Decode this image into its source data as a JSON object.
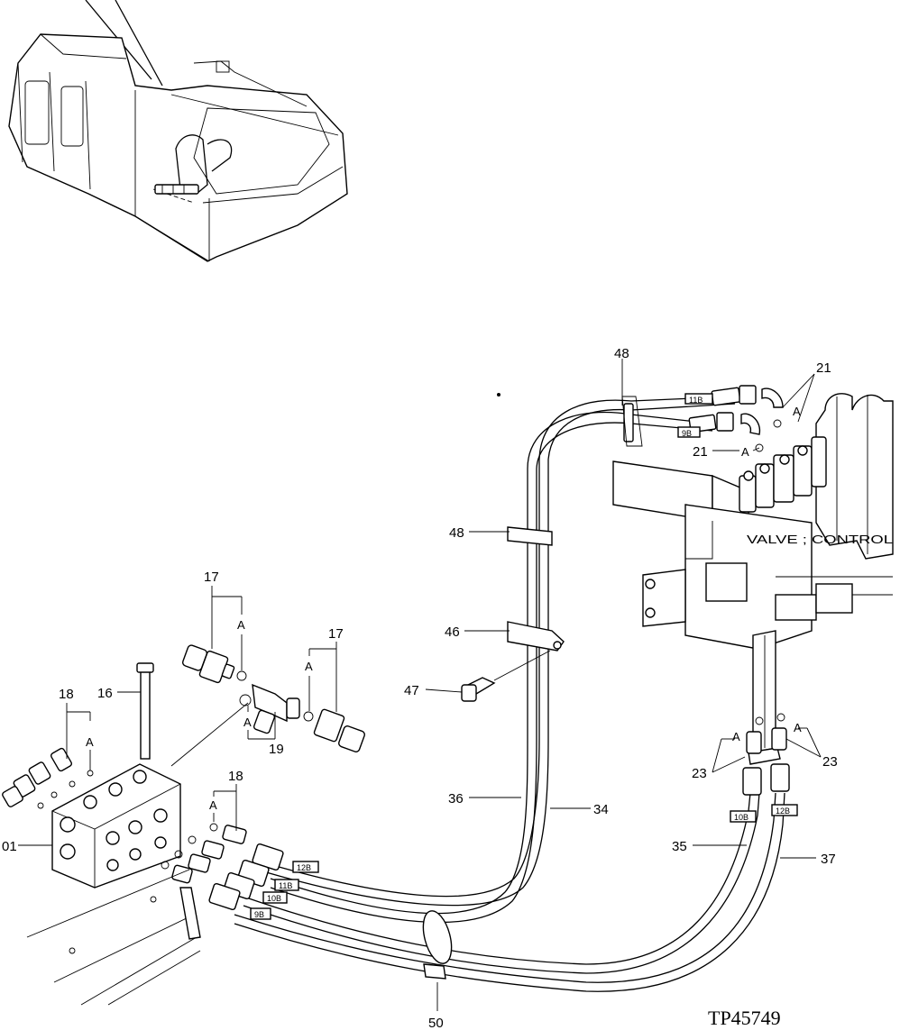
{
  "reference": "TP45749",
  "valve_label": "VALVE ; CONTROL",
  "callouts": {
    "c01": "01",
    "c16": "16",
    "c17a": "17",
    "c17b": "17",
    "c18a": "18",
    "c18b": "18",
    "c19": "19",
    "c21a": "21",
    "c21b": "21",
    "c23a": "23",
    "c23b": "23",
    "c34": "34",
    "c35": "35",
    "c36": "36",
    "c37": "37",
    "c46": "46",
    "c47": "47",
    "c48a": "48",
    "c48b": "48",
    "c50": "50"
  },
  "letters": {
    "a17a": "A",
    "a17b": "A",
    "a18a": "A",
    "a18b": "A",
    "a19": "A",
    "a21a": "A",
    "a21b": "A",
    "a23a": "A",
    "a23b": "A"
  },
  "hose_tags": {
    "t12b_left": "12B",
    "t11b_left": "11B",
    "t10b_left": "10B",
    "t9b_left": "9B",
    "t11b_top": "11B",
    "t9b_top": "9B",
    "t10b_right": "10B",
    "t12b_right": "12B"
  }
}
